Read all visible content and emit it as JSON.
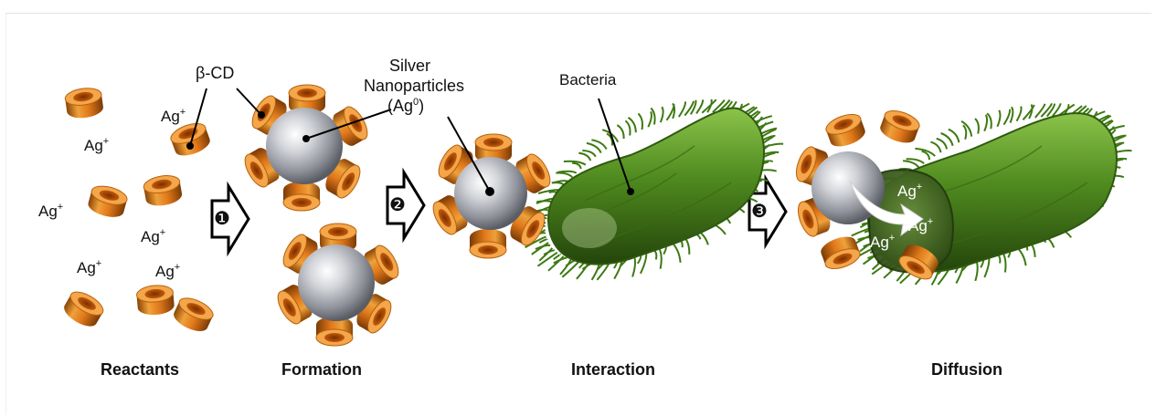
{
  "stages": [
    "Reactants",
    "Formation",
    "Interaction",
    "Diffusion"
  ],
  "labels": {
    "beta_cd": "β-CD",
    "silver_line1": "Silver",
    "silver_line2": "Nanoparticles",
    "silver_ag": "(Ag",
    "silver_sup": "0",
    "silver_close": ")",
    "bacteria": "Bacteria"
  },
  "ion": {
    "base": "Ag",
    "charge": "+"
  },
  "steps": [
    "❶",
    "❷",
    "❸"
  ],
  "colors": {
    "cyclodextrin": "#e07a10",
    "nanoparticle": "#b9bcc4",
    "bacteria": "#4a7d1e",
    "arrow": "#000000"
  }
}
